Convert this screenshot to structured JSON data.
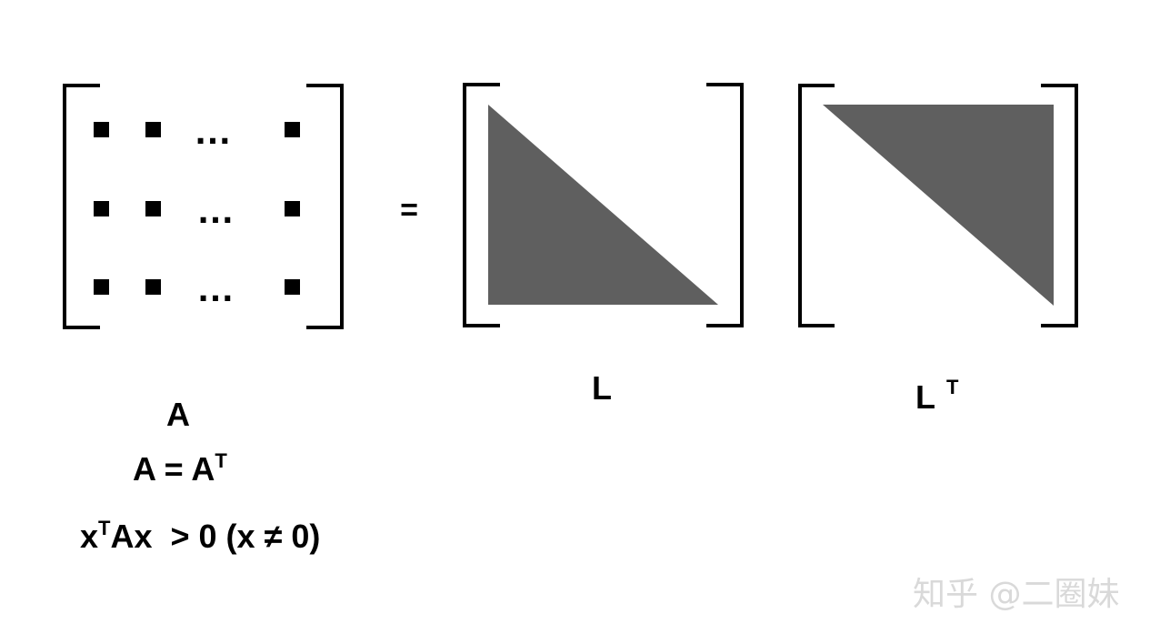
{
  "matrix_a": {
    "dots_symbol": "…",
    "name": "A",
    "symmetric_lhs": "A = A",
    "symmetric_sup": "T",
    "pd_x": "x",
    "pd_sup": "T",
    "pd_rest": "Ax  > 0 (x ≠ 0)"
  },
  "equals": "=",
  "matrix_l": {
    "name": "L"
  },
  "matrix_lt": {
    "name": "L",
    "sup": "T"
  },
  "watermark": "知乎 @二圈妹",
  "colors": {
    "triangle_fill": "#5f5f5f",
    "bracket": "#000000",
    "watermark": "#d9d9d9"
  }
}
